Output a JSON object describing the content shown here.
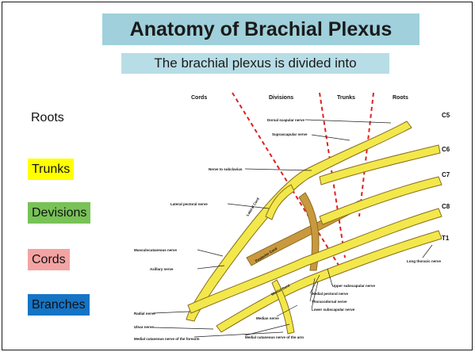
{
  "slide": {
    "title": "Anatomy of Brachial Plexus",
    "subtitle": "The brachial plexus is divided into",
    "labels": [
      {
        "text": "Roots",
        "color": ""
      },
      {
        "text": "Trunks",
        "color": "#ffff00"
      },
      {
        "text": "Devisions",
        "color": "#78c257"
      },
      {
        "text": "Cords",
        "color": "#f4a3a3"
      },
      {
        "text": "Branches",
        "color": "#1674c5"
      }
    ]
  },
  "diagram": {
    "column_headers": [
      "Cords",
      "Divisions",
      "Trunks",
      "Roots"
    ],
    "root_labels": [
      "C5",
      "C6",
      "C7",
      "C8",
      "T1"
    ],
    "cord_labels": [
      "Lateral Cord",
      "Posterior Cord",
      "Medial Cord"
    ],
    "nerve_labels": [
      "Dorsal scapular nerve",
      "Suprascapular nerve",
      "Nerve to subclavius",
      "Lateral pectoral nerve",
      "Musculocutaneous nerve",
      "Axillary nerve",
      "Radial nerve",
      "Ulnar nerve",
      "Medial cutaneous nerve of the forearm",
      "Medial cutaneous nerve of the arm",
      "Median nerve",
      "Lower subscapular nerve",
      "Thoracodorsal nerve",
      "Medial pectoral nerve",
      "Upper subscapular nerve",
      "Long thoracic nerve"
    ],
    "colors": {
      "nerve": "#f2e84b",
      "posterior": "#c9983f",
      "outline": "#8a6d1e",
      "divider": "#e02020"
    }
  }
}
